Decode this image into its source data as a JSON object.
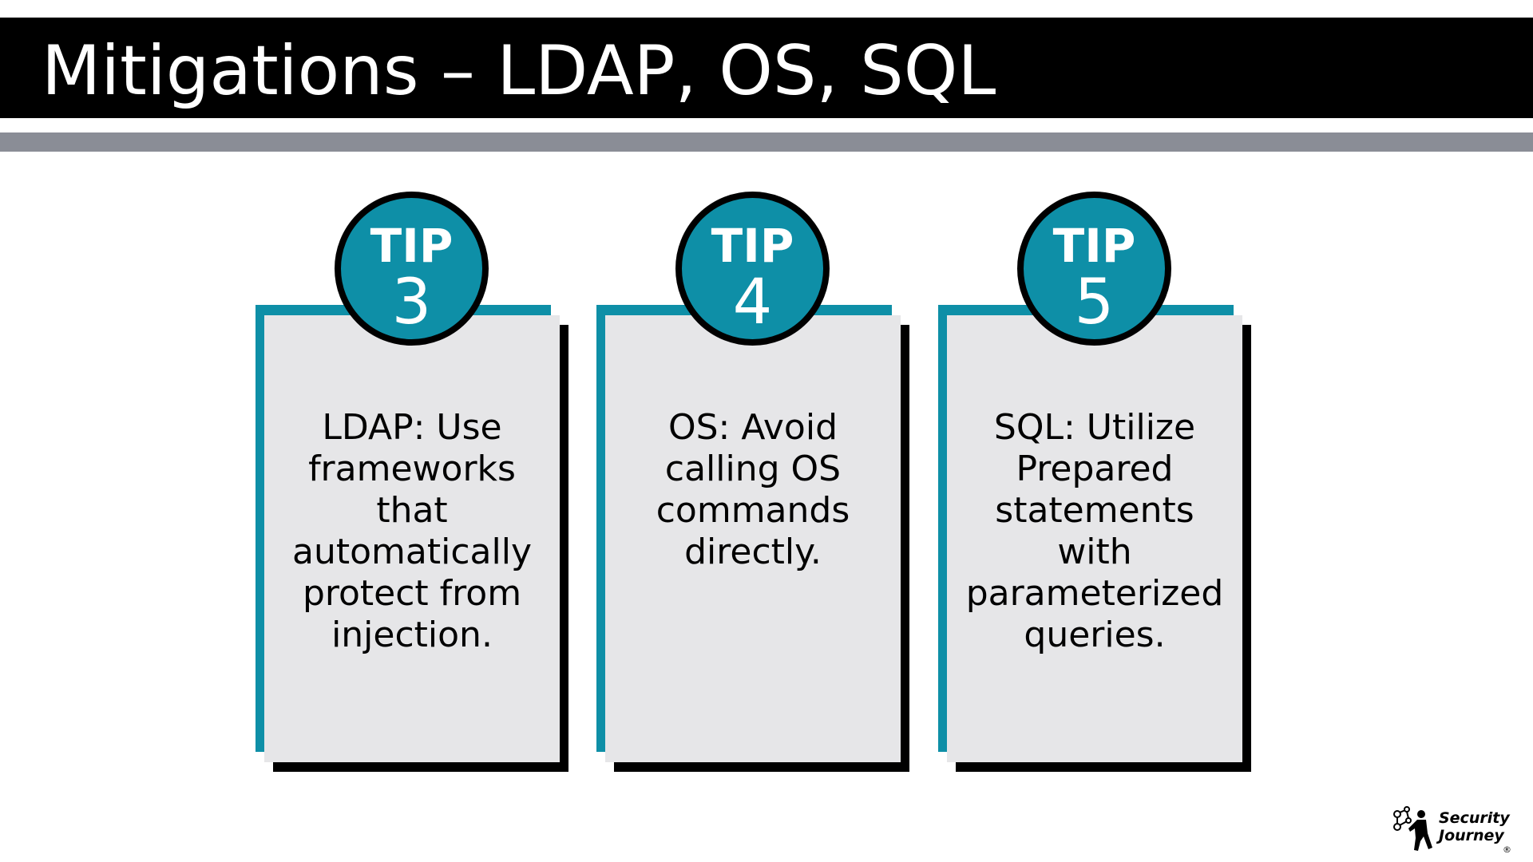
{
  "header": {
    "title": "Mitigations – LDAP, OS, SQL"
  },
  "tips": [
    {
      "badge_label": "TIP",
      "number": "3",
      "text": "LDAP: Use frameworks that automatically protect from injection."
    },
    {
      "badge_label": "TIP",
      "number": "4",
      "text": "OS: Avoid calling OS commands directly."
    },
    {
      "badge_label": "TIP",
      "number": "5",
      "text": "SQL: Utilize Prepared statements with parameterized queries."
    }
  ],
  "logo": {
    "name": "Security Journey",
    "registered": "®",
    "icon": "figure-with-network-icon"
  },
  "colors": {
    "accent": "#0e8fa7",
    "title_bar": "#000000",
    "divider": "#8a8d96",
    "card_face": "#e6e6e8"
  }
}
